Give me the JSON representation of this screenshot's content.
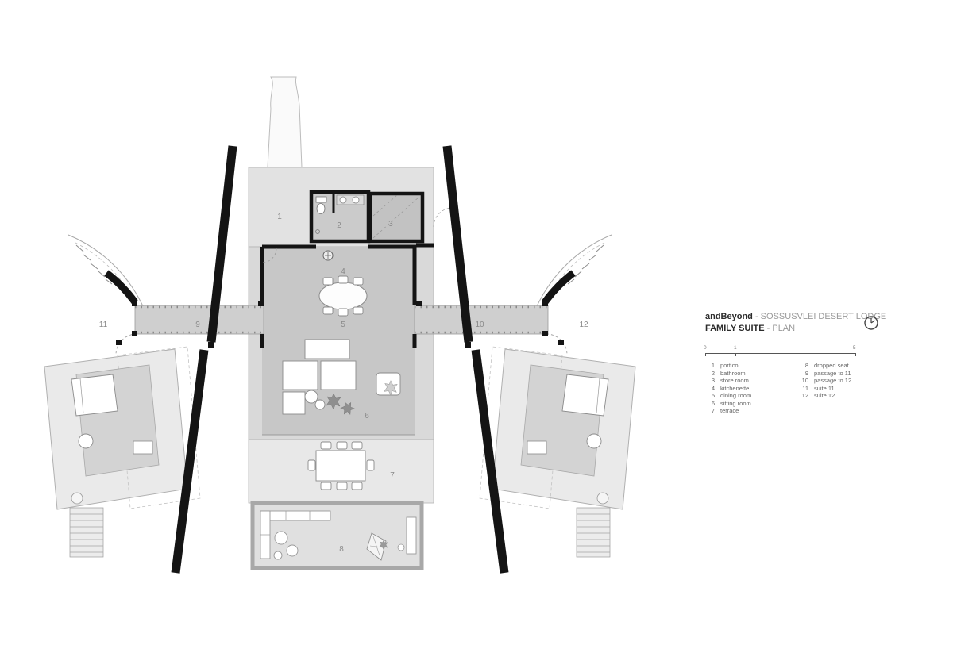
{
  "title_block": {
    "brand": "andBeyond",
    "project": " - SOSSUSVLEI DESERT LODGE",
    "drawing": "FAMILY SUITE",
    "drawing_suffix": " - PLAN",
    "scale_ticks": {
      "zero": "0",
      "one": "1",
      "five": "5"
    }
  },
  "legend": {
    "col1": [
      {
        "num": "1",
        "label": "portico"
      },
      {
        "num": "2",
        "label": "bathroom"
      },
      {
        "num": "3",
        "label": "store room"
      },
      {
        "num": "4",
        "label": "kitchenette"
      },
      {
        "num": "5",
        "label": "dining room"
      },
      {
        "num": "6",
        "label": "sitting room"
      },
      {
        "num": "7",
        "label": "terrace"
      }
    ],
    "col2": [
      {
        "num": "8",
        "label": "dropped seat"
      },
      {
        "num": "9",
        "label": "passage to 11"
      },
      {
        "num": "10",
        "label": "passage to 12"
      },
      {
        "num": "11",
        "label": "suite 11"
      },
      {
        "num": "12",
        "label": "suite 12"
      }
    ]
  },
  "plan_labels": {
    "portico": "1",
    "bathroom": "2",
    "store_room": "3",
    "kitchenette": "4",
    "dining": "5",
    "sitting": "6",
    "terrace": "7",
    "dropped_seat": "8",
    "passage_left": "9",
    "passage_right": "10",
    "suite_left": "11",
    "suite_right": "12"
  },
  "colors": {
    "wall": "#141414",
    "floor_light": "#e3e3e3",
    "floor_mid": "#cdcdcd",
    "floor_dark": "#c7c7c7",
    "label": "#8a8a8a"
  }
}
